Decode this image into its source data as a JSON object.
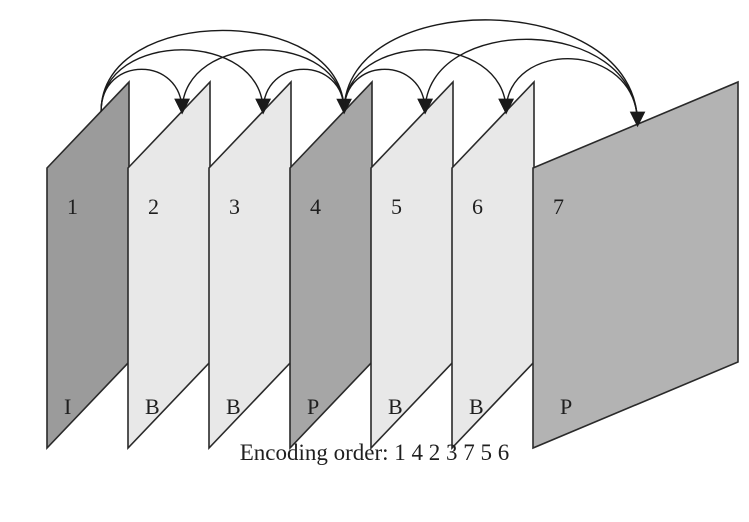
{
  "frames": [
    {
      "number": "1",
      "type": "I",
      "fill": "#9b9b9b"
    },
    {
      "number": "2",
      "type": "B",
      "fill": "#e8e8e8"
    },
    {
      "number": "3",
      "type": "B",
      "fill": "#e8e8e8"
    },
    {
      "number": "4",
      "type": "P",
      "fill": "#a6a6a6"
    },
    {
      "number": "5",
      "type": "B",
      "fill": "#e8e8e8"
    },
    {
      "number": "6",
      "type": "B",
      "fill": "#e8e8e8"
    },
    {
      "number": "7",
      "type": "P",
      "fill": "#b3b3b3"
    }
  ],
  "references": [
    {
      "from": "1",
      "to": "2"
    },
    {
      "from": "1",
      "to": "3"
    },
    {
      "from": "1",
      "to": "4"
    },
    {
      "from": "4",
      "to": "2"
    },
    {
      "from": "4",
      "to": "3"
    },
    {
      "from": "4",
      "to": "5"
    },
    {
      "from": "4",
      "to": "6"
    },
    {
      "from": "4",
      "to": "7"
    },
    {
      "from": "7",
      "to": "5"
    },
    {
      "from": "7",
      "to": "6"
    }
  ],
  "caption": "Encoding order: 1 4 2 3 7 5 6"
}
